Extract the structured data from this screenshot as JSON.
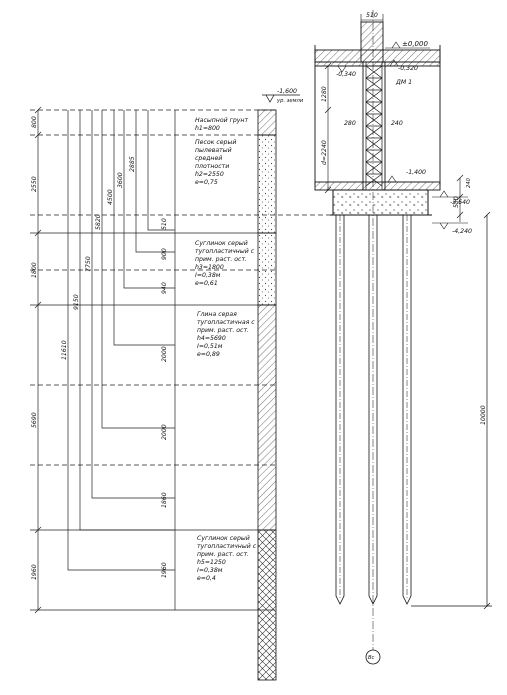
{
  "elevations": {
    "top": "±0,000",
    "e1": "-0,340",
    "e2": "-0,320",
    "e3": "-1,400",
    "e4": "-3,640",
    "e5": "-4,240",
    "ground": "-1,600",
    "ground_label": "ур. земли"
  },
  "dims": {
    "wall_width": "510",
    "right_total": "10000",
    "d_1280": "1280",
    "d_2240": "d=2240",
    "d_280": "280",
    "d_240": "240",
    "d_550": "550",
    "d_240b": "240",
    "left_800": "800",
    "left_2550": "2550",
    "left_1800": "1800",
    "left_5690": "5690",
    "left_1960": "1960",
    "depth_2885": "2885",
    "depth_3600": "3600",
    "depth_4500": "4500",
    "depth_5820": "5820",
    "depth_7750": "7750",
    "depth_9150": "9150",
    "depth_11610": "11610",
    "step_510": "510",
    "step_900": "900",
    "step_940": "940",
    "step_2000a": "2000",
    "step_2000b": "2000",
    "step_1860": "1860",
    "step_1960": "1960"
  },
  "layers": [
    [
      "Насыпной грунт",
      "h1=800"
    ],
    [
      "Песок серый",
      "пылеватый",
      "средней",
      "плотности",
      "h2=2550",
      "е=0,75"
    ],
    [
      "Суглинок серый",
      "тугопластичный с",
      "прим. раст. ост.",
      "h3=1800",
      "I=0,38м",
      "е=0,61"
    ],
    [
      "Глина серая",
      "тугопластичная с",
      "прим. раст. ост.",
      "h4=5690",
      "I=0,51м",
      "е=0,89"
    ],
    [
      "Суглинок серый",
      "тугопластичный с",
      "прим. раст. ост.",
      "h5=1250",
      "I=0,38м",
      "е=0,4"
    ]
  ],
  "marks": {
    "dm1": "ДМ 1",
    "axis": "Вс"
  }
}
